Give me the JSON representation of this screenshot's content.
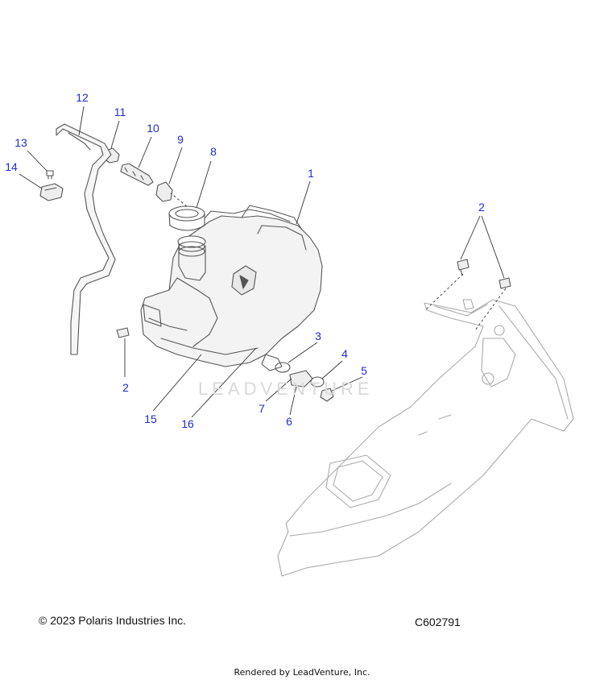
{
  "callouts": [
    {
      "id": "1",
      "label": "1"
    },
    {
      "id": "2a",
      "label": "2"
    },
    {
      "id": "2b",
      "label": "2"
    },
    {
      "id": "3",
      "label": "3"
    },
    {
      "id": "4",
      "label": "4"
    },
    {
      "id": "5",
      "label": "5"
    },
    {
      "id": "6",
      "label": "6"
    },
    {
      "id": "7",
      "label": "7"
    },
    {
      "id": "8",
      "label": "8"
    },
    {
      "id": "9",
      "label": "9"
    },
    {
      "id": "10",
      "label": "10"
    },
    {
      "id": "11",
      "label": "11"
    },
    {
      "id": "12",
      "label": "12"
    },
    {
      "id": "13",
      "label": "13"
    },
    {
      "id": "14",
      "label": "14"
    },
    {
      "id": "15",
      "label": "15"
    },
    {
      "id": "16",
      "label": "16"
    }
  ],
  "watermark": "LEADVENTURE",
  "footer": {
    "copyright": "© 2023 Polaris Industries Inc.",
    "diagram_code": "C602791",
    "rendered_by": "Rendered by LeadVenture, Inc."
  },
  "colors": {
    "callout": "#1f2bd6",
    "line": "#444444"
  }
}
